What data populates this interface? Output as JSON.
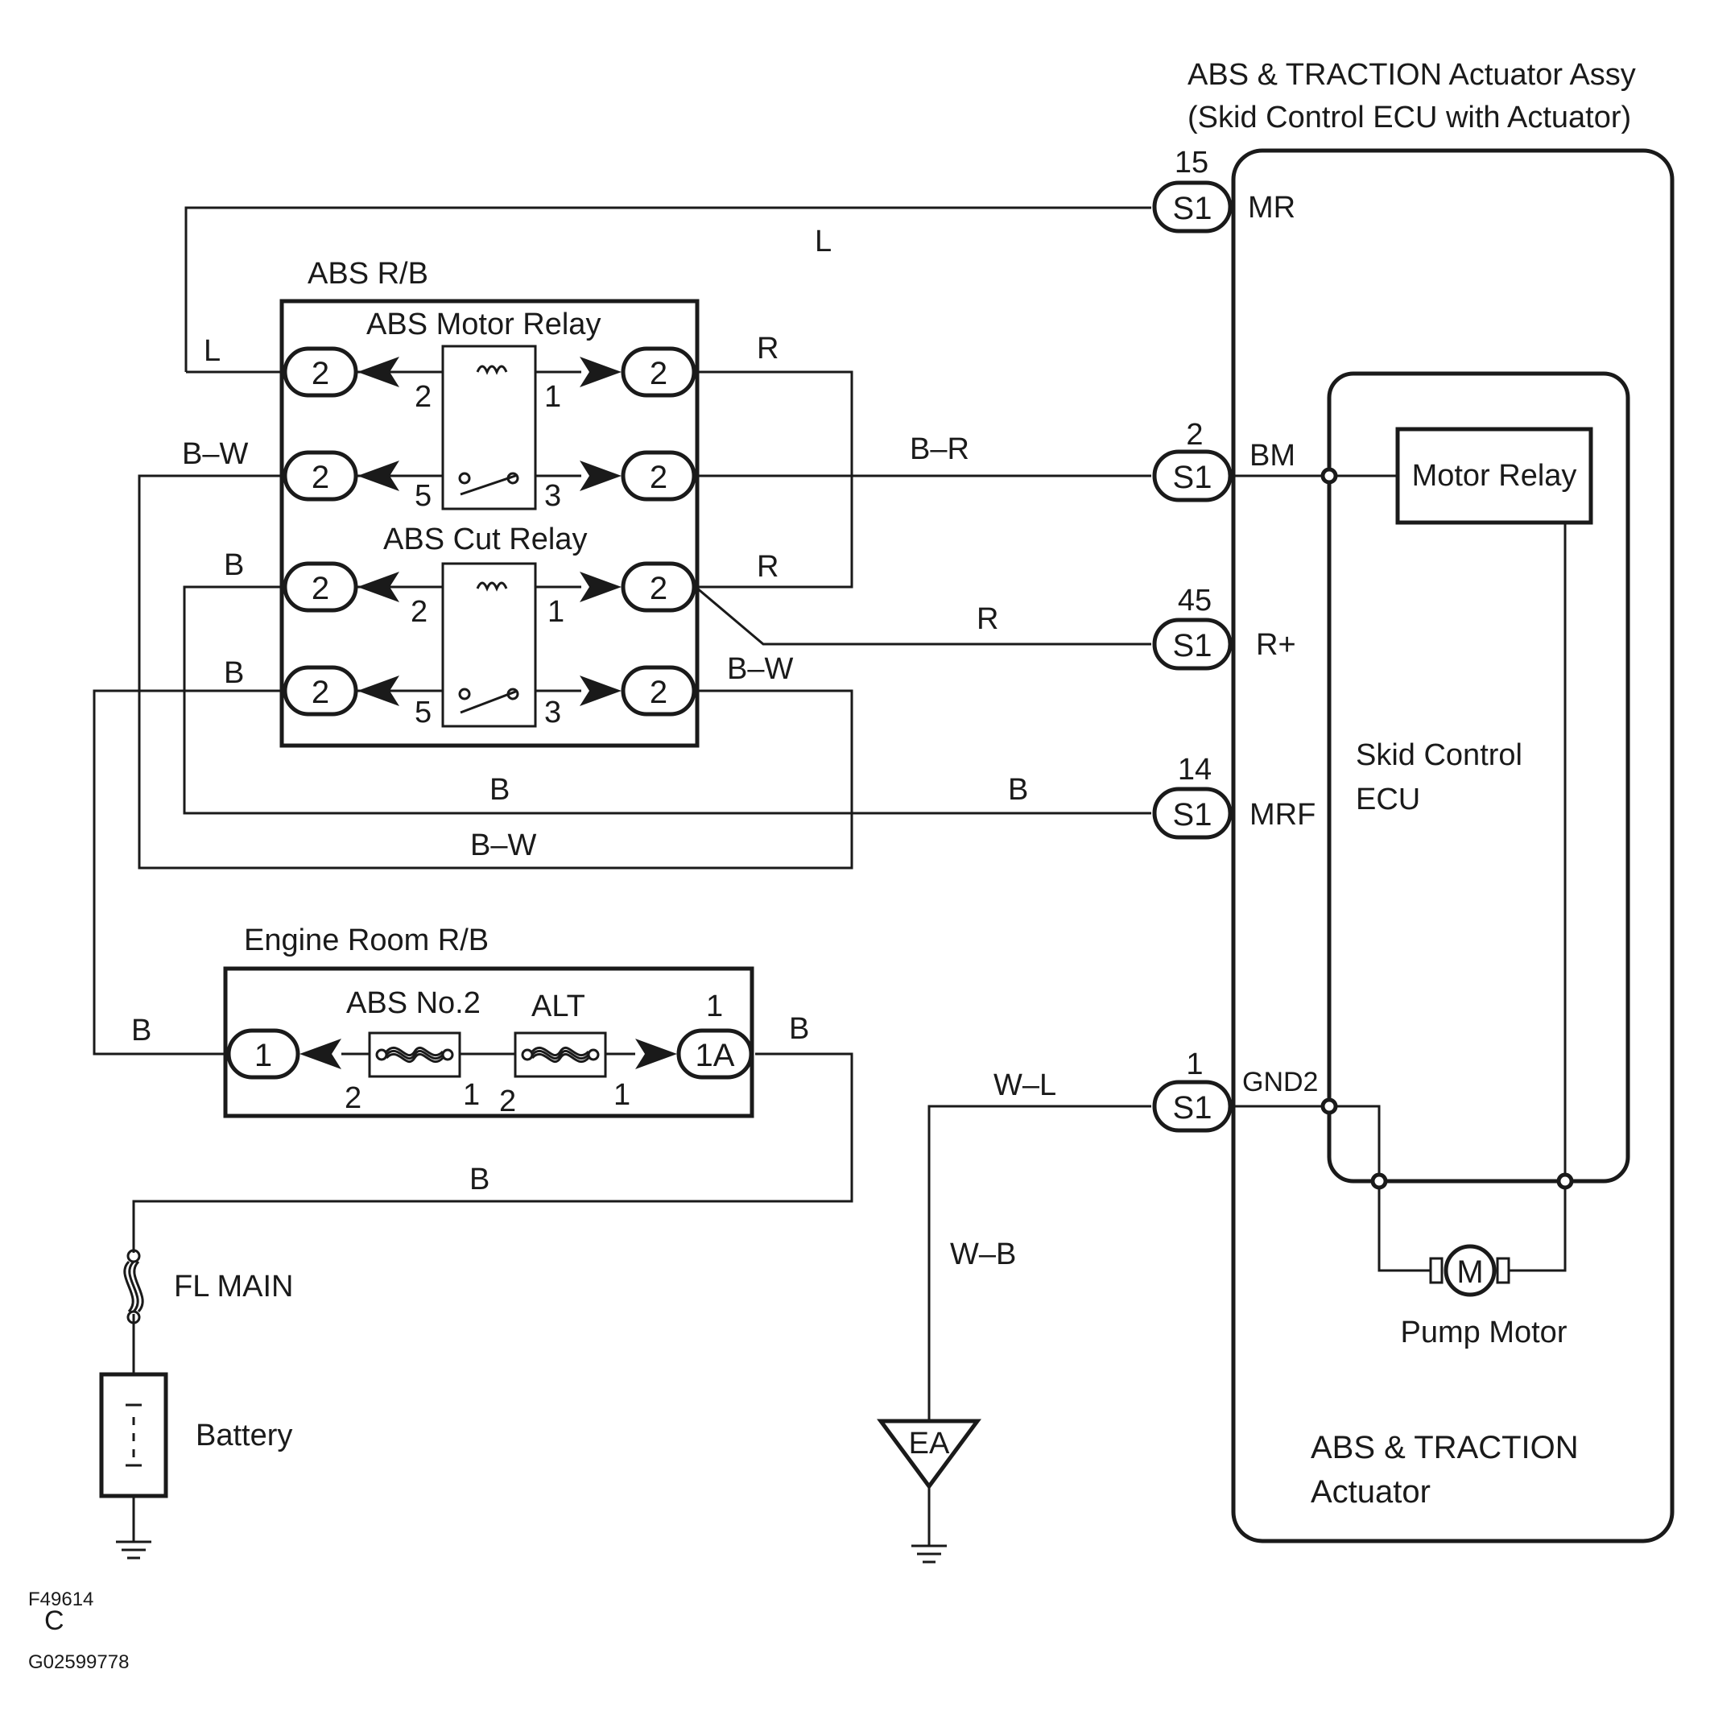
{
  "diagram": {
    "title_line1": "ABS & TRACTION Actuator Assy",
    "title_line2": "(Skid Control ECU with Actuator)",
    "abs_rb": {
      "label": "ABS R/B",
      "motor_relay": "ABS Motor Relay",
      "cut_relay": "ABS Cut Relay",
      "conn_num": "2",
      "motor_pins": [
        "2",
        "1",
        "5",
        "3"
      ],
      "cut_pins": [
        "2",
        "1",
        "5",
        "3"
      ]
    },
    "ecu_terminals": [
      {
        "num": "15",
        "conn": "S1",
        "name": "MR"
      },
      {
        "num": "2",
        "conn": "S1",
        "name": "BM"
      },
      {
        "num": "45",
        "conn": "S1",
        "name": "R+"
      },
      {
        "num": "14",
        "conn": "S1",
        "name": "MRF"
      },
      {
        "num": "1",
        "conn": "S1",
        "name": "GND2"
      }
    ],
    "wire_colors": {
      "mr_top": "L",
      "mr_left": "L",
      "motor_out_top": "R",
      "bw_left": "B–W",
      "br": "B–R",
      "b_cut_top": "B",
      "r_cut_right": "R",
      "r_to_ecu": "R",
      "b_cut_bottom": "B",
      "bw_cut_right": "B–W",
      "b_mid": "B",
      "b_to_mrf": "B",
      "bw_bottom": "B–W",
      "b_er_left": "B",
      "b_er_right": "B",
      "b_low": "B",
      "wl": "W–L",
      "wb": "W–B"
    },
    "engine_room": {
      "label": "Engine Room R/B",
      "fuse1": "ABS No.2",
      "fuse2": "ALT",
      "conn_left": "1",
      "conn_right": "1A",
      "conn_right_num": "1",
      "pins": [
        "2",
        "1",
        "2",
        "1"
      ]
    },
    "fl_main": "FL MAIN",
    "battery": "Battery",
    "ground_ea": "EA",
    "motor_relay": "Motor Relay",
    "skid_ecu_line1": "Skid Control",
    "skid_ecu_line2": "ECU",
    "pump_motor": "Pump Motor",
    "motor_symbol": "M",
    "actuator_line1": "ABS & TRACTION",
    "actuator_line2": "Actuator",
    "code_line1": "F49614",
    "code_line2": "C",
    "code_line3": "G02599778"
  }
}
